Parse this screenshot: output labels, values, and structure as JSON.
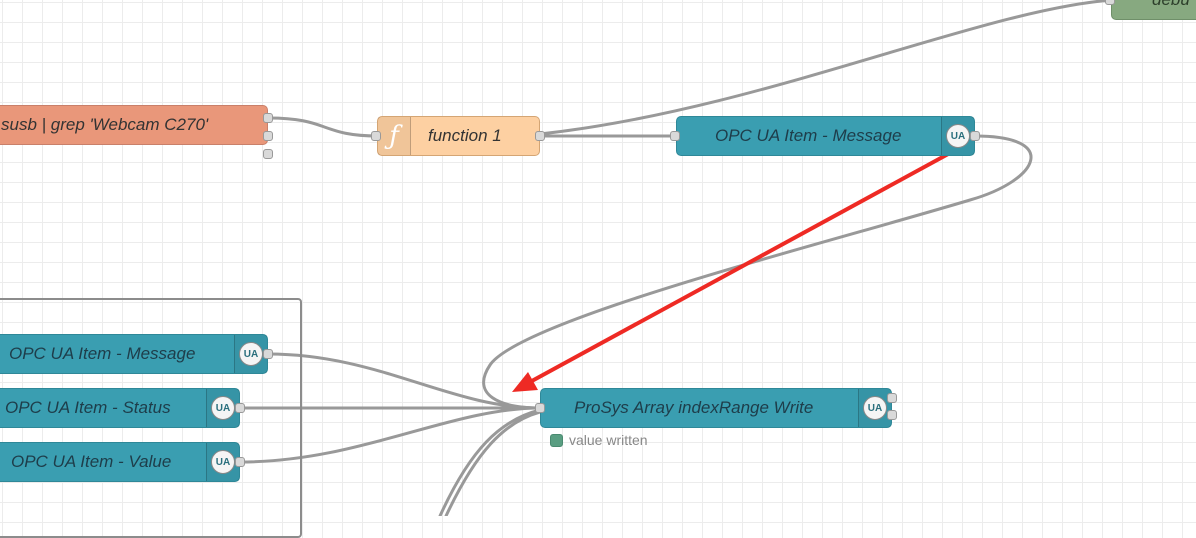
{
  "nodes": {
    "exec": {
      "label": "susb | grep 'Webcam C270'"
    },
    "function": {
      "label": "function 1",
      "icon": "function-f-icon"
    },
    "opc_top": {
      "label": "OPC UA Item - Message",
      "icon": "opc-ua-icon"
    },
    "debug": {
      "label": "debu"
    },
    "group_message": {
      "label": "OPC UA Item - Message",
      "icon": "opc-ua-icon"
    },
    "group_status": {
      "label": "OPC UA Item - Status",
      "icon": "opc-ua-icon"
    },
    "group_value": {
      "label": "OPC UA Item - Value",
      "icon": "opc-ua-icon"
    },
    "prosys": {
      "label": "ProSys Array indexRange Write",
      "icon": "opc-ua-icon",
      "status": "value written"
    }
  },
  "colors": {
    "exec": "#e9977a",
    "function": "#fdd0a2",
    "opc": "#3a9eb1",
    "debug": "#87a980",
    "wire": "#999999",
    "annotation_arrow": "#ee2a24",
    "status_ok": "#5a9e82"
  }
}
